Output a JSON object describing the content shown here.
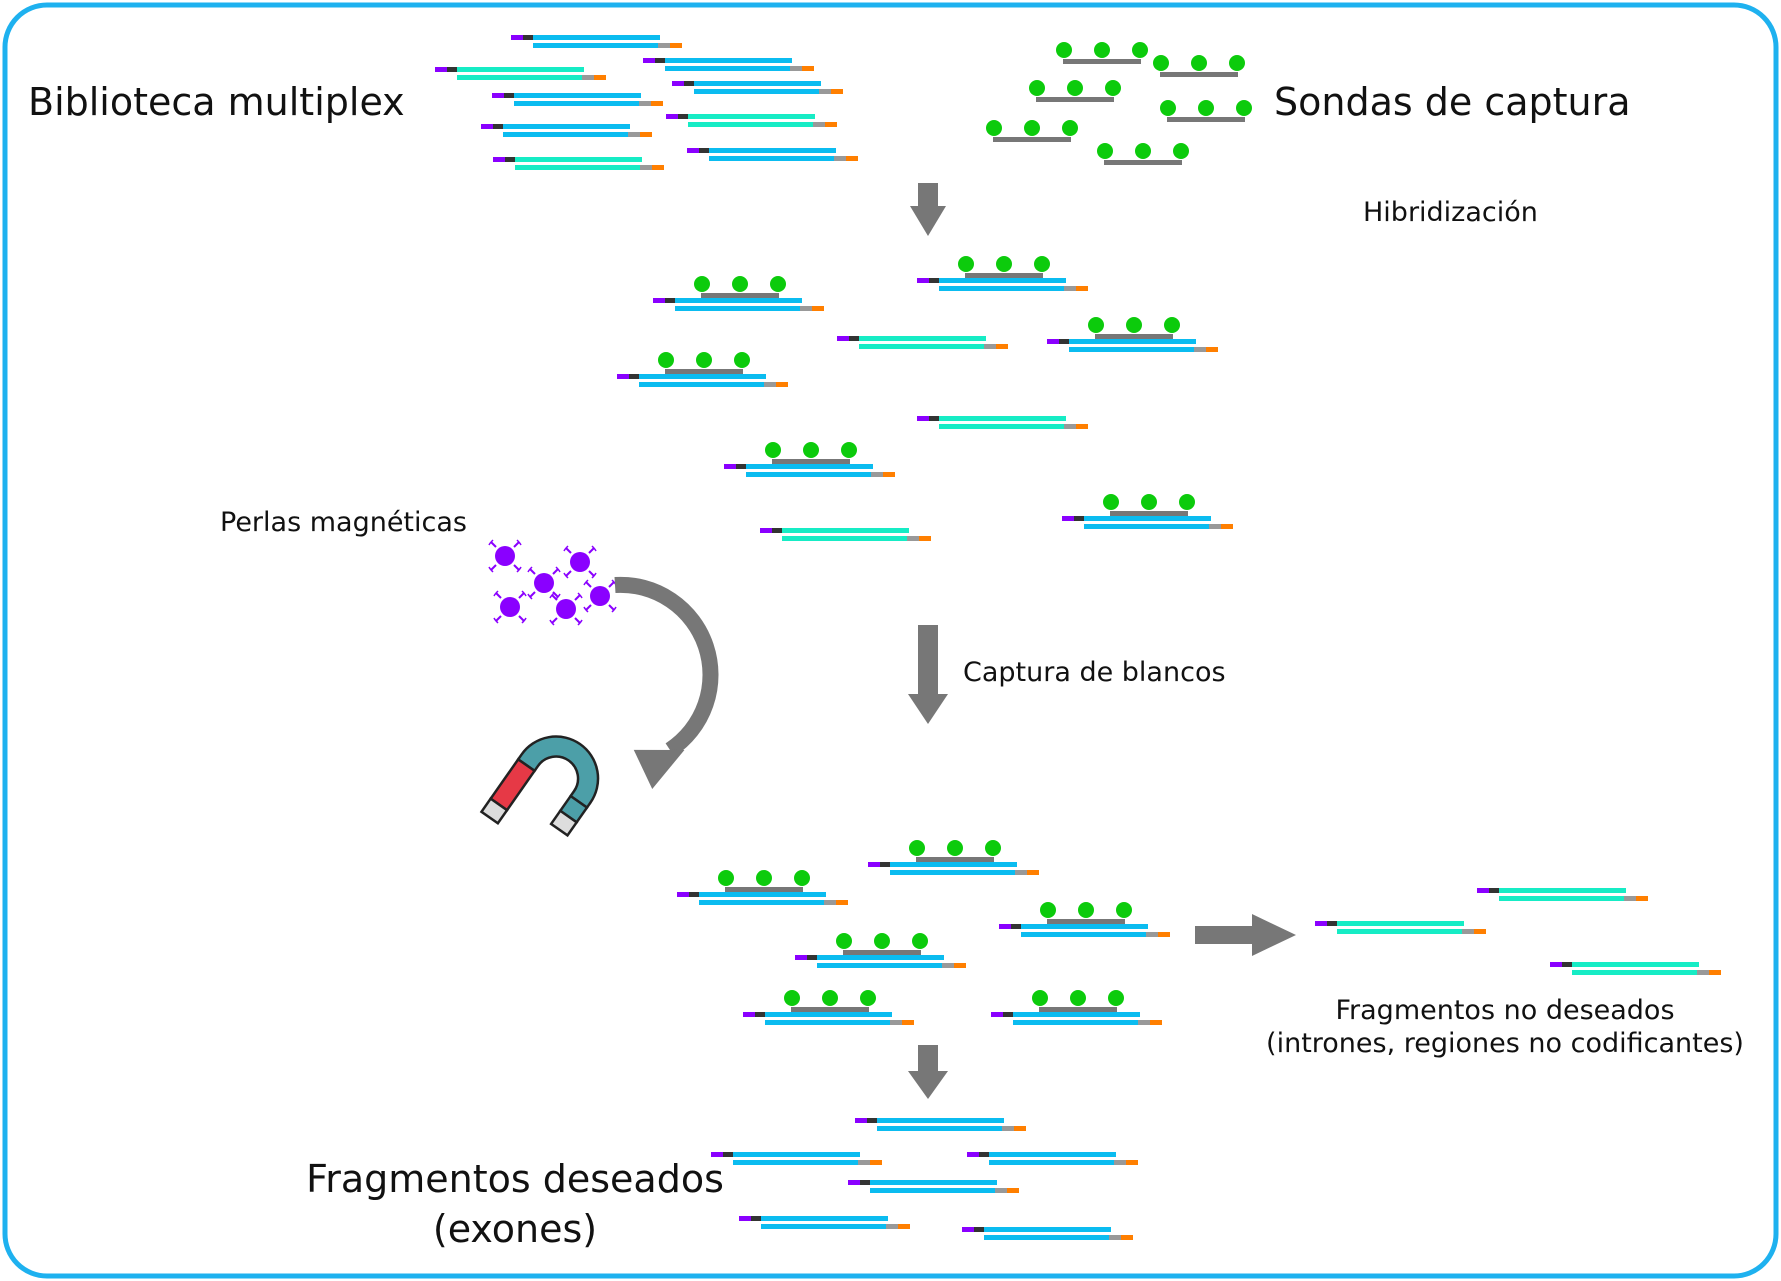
{
  "labels": {
    "library": "Biblioteca multiplex",
    "probes": "Sondas de captura",
    "hybridization": "Hibridización",
    "beads": "Perlas magnéticas",
    "capture": "Captura de blancos",
    "unwanted_line1": "Fragmentos no deseados",
    "unwanted_line2": "(intrones, regiones no codificantes)",
    "wanted_line1": "Fragmentos deseados",
    "wanted_line2": "(exones)"
  },
  "colors": {
    "border": "#1eb1ef",
    "exon_fragment": "#0bbcf0",
    "intron_fragment": "#16ecc5",
    "probe_bar": "#777777",
    "probe_dot": "#0ccb0c",
    "adapter_purple": "#8a00ff",
    "adapter_dark": "#333333",
    "adapter_gray": "#999999",
    "adapter_orange": "#ff7f00",
    "arrow": "#777777",
    "bead": "#8a00ff",
    "magnet_red": "#e63946",
    "magnet_teal": "#4c9fa8",
    "magnet_tip": "#dddddd"
  },
  "icons": {
    "magnet": "magnet-icon",
    "bead": "magnetic-bead-icon",
    "arrow": "arrow-down-icon"
  }
}
